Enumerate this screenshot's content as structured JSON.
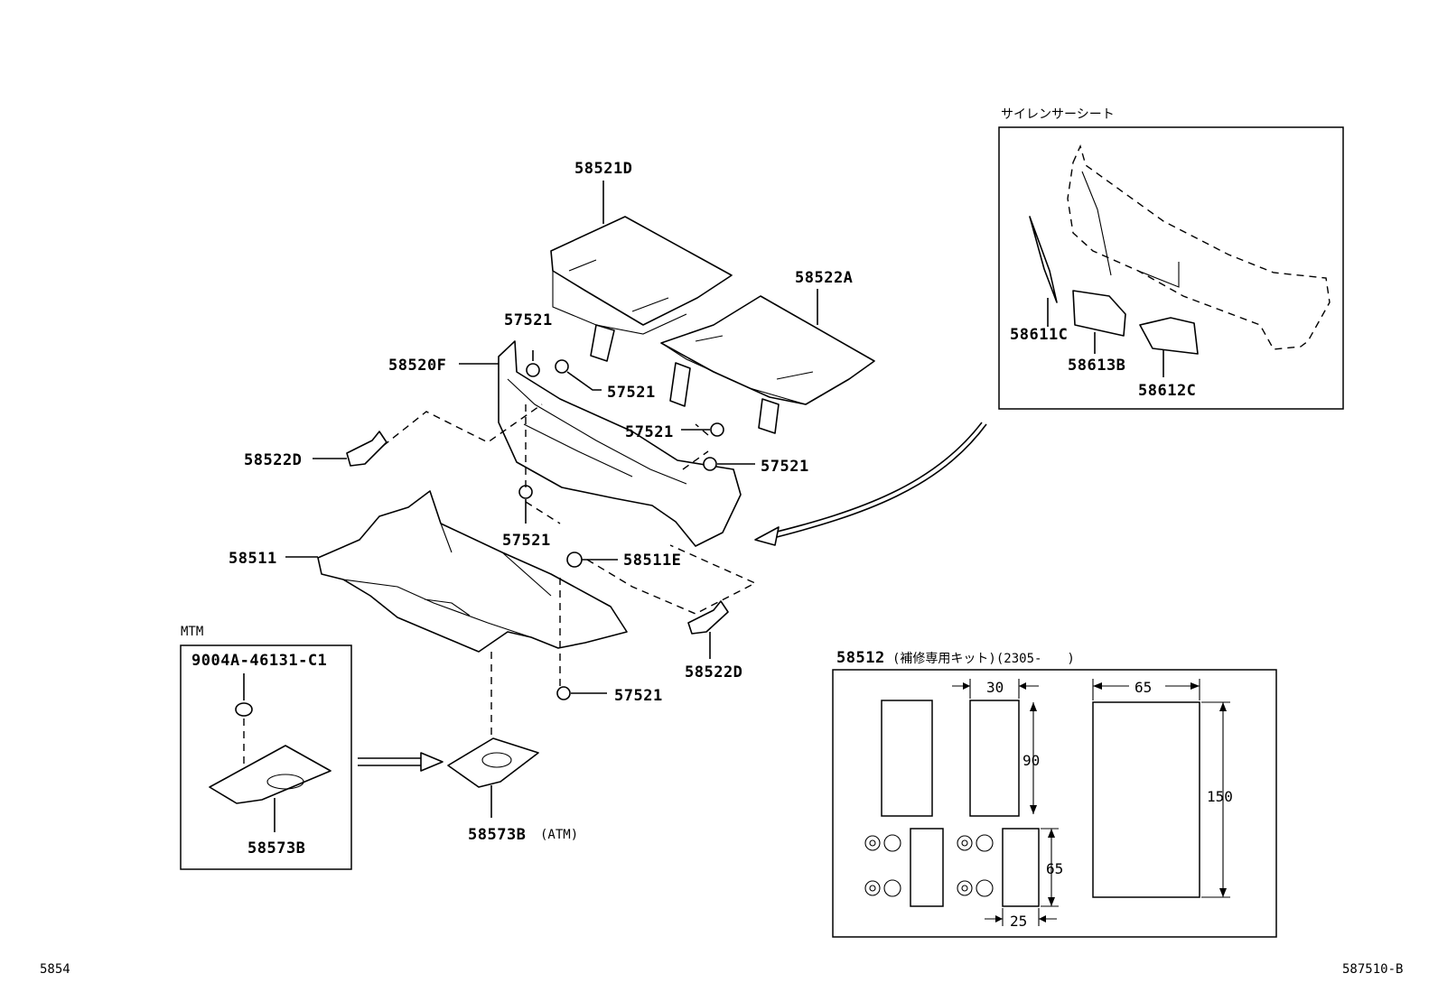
{
  "labels": {
    "p58521D": "58521D",
    "p58522A": "58522A",
    "p58520F": "58520F",
    "p57521_a": "57521",
    "p57521_b": "57521",
    "p57521_c": "57521",
    "p57521_d": "57521",
    "p57521_e": "57521",
    "p57521_f": "57521",
    "p58522D_left": "58522D",
    "p58522D_right": "58522D",
    "p58511": "58511",
    "p58511E": "58511E",
    "p58573B_mtm": "58573B",
    "p58573B_atm": "58573B",
    "atm_suffix": "(ATM)",
    "clip_mtm": "9004A-46131-C1"
  },
  "inset_silencer": {
    "title": "サイレンサーシート",
    "p58611C": "58611C",
    "p58613B": "58613B",
    "p58612C": "58612C"
  },
  "inset_mtm": {
    "title": "MTM"
  },
  "kit": {
    "part_no": "58512",
    "note": "(補修専用キット)(2305-　　)",
    "dims": {
      "w30": "30",
      "h90": "90",
      "w65": "65",
      "h150": "150",
      "h65": "65",
      "w25": "25"
    }
  },
  "footer": {
    "left_code": "5854",
    "right_code": "587510-B"
  }
}
